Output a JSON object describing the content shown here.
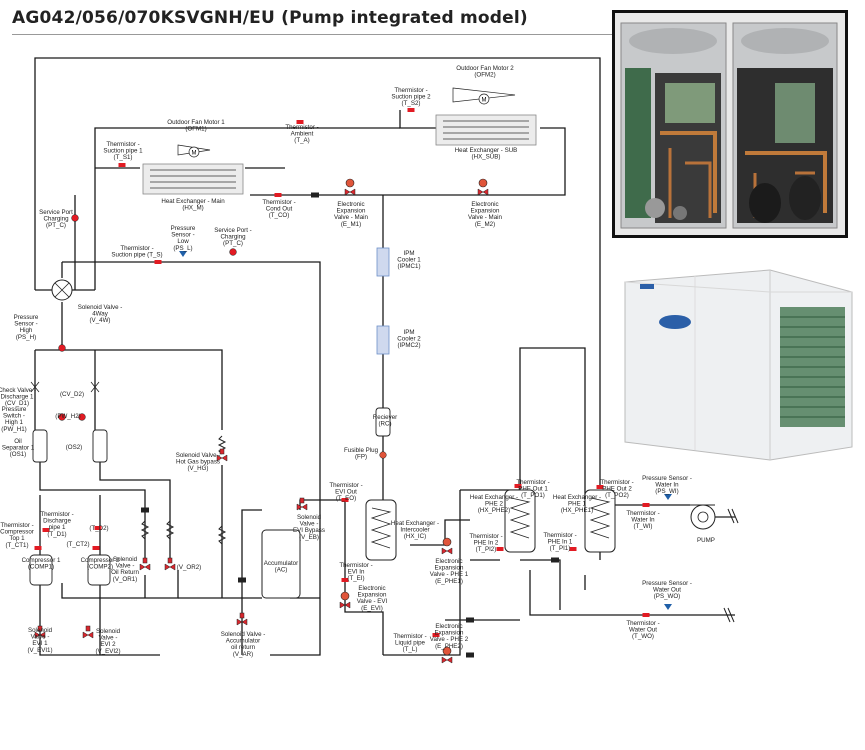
{
  "title": "AG042/056/070KSVGNH/EU (Pump integrated model)",
  "colors": {
    "pipe": "#1a1a1a",
    "thermistor": "#e21b23",
    "valve": "#d9272e",
    "sensor_blue": "#1f5fa8",
    "ipm": "#6d8fc9"
  },
  "labels": {
    "ofm1": [
      "Outdoor Fan Motor 1",
      "(OFM1)"
    ],
    "ofm2": [
      "Outdoor Fan Motor 2",
      "(OFM2)"
    ],
    "hx_main": [
      "Heat Exchanger - Main",
      "(HX_M)"
    ],
    "hx_sub": [
      "Heat Exchanger - SUB",
      "(HX_SUB)"
    ],
    "t_s1": [
      "Thermistor -",
      "Suction pipe 1",
      "(T_S1)"
    ],
    "t_s2": [
      "Thermistor -",
      "Suction pipe 2",
      "(T_S2)"
    ],
    "t_a": [
      "Thermistor -",
      "Ambient",
      "(T_A)"
    ],
    "t_co": [
      "Thermistor -",
      "Cond Out",
      "(T_CO)"
    ],
    "e_m1": [
      "Electronic",
      "Expansion",
      "Valve - Main",
      "(E_M1)"
    ],
    "e_m2": [
      "Electronic",
      "Expansion",
      "Valve - Main",
      "(E_M2)"
    ],
    "pt_c1": [
      "Service Port",
      "Charging",
      "(PT_C)"
    ],
    "pt_c2": [
      "Service Port -",
      "Charging",
      "(PT_C)"
    ],
    "t_s": [
      "Thermistor -",
      "Suction pipe (T_S)"
    ],
    "ps_l": [
      "Pressure",
      "Sensor -",
      "Low",
      "(PS_L)"
    ],
    "ipm1": [
      "IPM",
      "Cooler 1",
      "(IPMC1)"
    ],
    "ipm2": [
      "IPM",
      "Cooler 2",
      "(IPMC2)"
    ],
    "v_4w": [
      "Solenoid Valve -",
      "4Way",
      "(V_4W)"
    ],
    "ps_h": [
      "Pressure",
      "Sensor -",
      "High",
      "(PS_H)"
    ],
    "cv_d1": [
      "Check Valve -",
      "Discharge 1",
      "(CV_D1)"
    ],
    "cv_d2": [
      "(CV_D2)"
    ],
    "pw_h1": [
      "Pressure",
      "Switch -",
      "High 1",
      "(PW_H1)"
    ],
    "pw_h2": [
      "(PW_H2)"
    ],
    "os1": [
      "Oil",
      "Separator 1",
      "(OS1)"
    ],
    "os2": [
      "(OS2)"
    ],
    "rc": [
      "Reciever",
      "(RC)"
    ],
    "fp": [
      "Fusible Plug",
      "(FP)"
    ],
    "v_hg": [
      "Solenoid Valve -",
      "Hot Gas bypass",
      "(V_HG)"
    ],
    "t_d1": [
      "Thermistor -",
      "Discharge",
      "pipe 1",
      "(T_D1)"
    ],
    "t_d2": [
      "(T_D2)"
    ],
    "t_ct1": [
      "Thermistor -",
      "Compressor",
      "Top 1",
      "(T_CT1)"
    ],
    "t_ct2": [
      "(T_CT2)"
    ],
    "comp1": [
      "Compressor 1",
      "(COMP1)"
    ],
    "comp2": [
      "Compressor 2",
      "(COMP2)"
    ],
    "v_or1": [
      "Solenoid",
      "Valve -",
      "Oil Return",
      "(V_OR1)"
    ],
    "v_or2": [
      "(V_OR2)"
    ],
    "acc": [
      "Accumulator",
      "(AC)"
    ],
    "v_ar": [
      "Solenoid Valve -",
      "Accumulator",
      "oil return",
      "(V_AR)"
    ],
    "v_evi1": [
      "Solenoid",
      "Valve -",
      "EVI 1",
      "(V_EVI1)"
    ],
    "v_evi2": [
      "Solenoid",
      "Valve -",
      "EVI 2",
      "(V_EVI2)"
    ],
    "v_eb": [
      "Solenoid",
      "Valve -",
      "EVI Bypass",
      "(V_EB)"
    ],
    "t_eo": [
      "Thermistor -",
      "EVI Out",
      "(T_EO)"
    ],
    "hx_ic": [
      "Heat Exchanger -",
      "Intercooler",
      "(HX_IC)"
    ],
    "t_ei": [
      "Thermistor -",
      "EVI In",
      "(T_EI)"
    ],
    "e_evi": [
      "Electronic",
      "Expansion",
      "Valve - EVI",
      "(E_EVI)"
    ],
    "t_l": [
      "Thermistor -",
      "Liquid pipe",
      "(T_L)"
    ],
    "e_phe1": [
      "Electronic",
      "Expansion",
      "Valve - PHE 1",
      "(E_PHE1)"
    ],
    "e_phe2": [
      "Electronic",
      "Expansion",
      "Valve - PHE 2",
      "(E_PHE2)"
    ],
    "t_pi2": [
      "Thermistor -",
      "PHE In 2",
      "(T_PI2)"
    ],
    "hx_phe2": [
      "Heat Exchanger -",
      "PHE 2",
      "(HX_PHE2)"
    ],
    "t_po1": [
      "Thermistor -",
      "PHE Out 1",
      "(T_PO1)"
    ],
    "hx_phe1": [
      "Heat Exchanger -",
      "PHE 1",
      "(HX_PHE1)"
    ],
    "t_po2": [
      "Thermistor -",
      "PHE Out 2",
      "(T_PO2)"
    ],
    "t_pi1": [
      "Thermistor -",
      "PHE In 1",
      "(T_PI1)"
    ],
    "ps_wi": [
      "Pressure Sensor -",
      "Water In",
      "(PS_WI)"
    ],
    "t_wi": [
      "Thermistor -",
      "Water In",
      "(T_WI)"
    ],
    "pump": [
      "PUMP"
    ],
    "ps_wo": [
      "Pressure Sensor -",
      "Water Out",
      "(PS_WO)"
    ],
    "t_wo": [
      "Thermistor -",
      "Water Out",
      "(T_WO)"
    ]
  }
}
